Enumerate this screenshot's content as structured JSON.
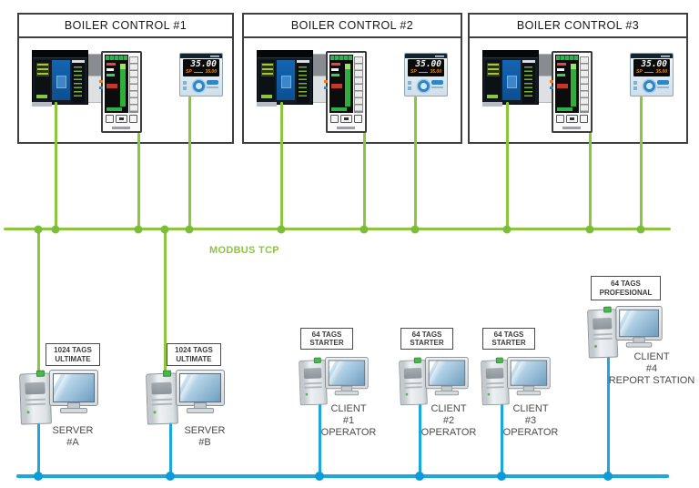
{
  "diagram": {
    "modbus_label": "MODBUS TCP",
    "colors": {
      "ethernet_green": "#8CC63F",
      "station_blue": "#1BA7E1"
    }
  },
  "boiler_boxes": [
    {
      "title": "BOILER CONTROL #1"
    },
    {
      "title": "BOILER CONTROL #2"
    },
    {
      "title": "BOILER CONTROL #3"
    }
  ],
  "instrument": {
    "pv": "35.00",
    "sp_label": "SP",
    "sp": "35.00"
  },
  "stations": [
    {
      "tag_line1": "1024 TAGS",
      "tag_line2": "ULTIMATE",
      "caption": [
        "SERVER",
        "#A"
      ]
    },
    {
      "tag_line1": "1024 TAGS",
      "tag_line2": "ULTIMATE",
      "caption": [
        "SERVER",
        "#B"
      ]
    },
    {
      "tag_line1": "64 TAGS",
      "tag_line2": "STARTER",
      "caption": [
        "CLIENT",
        "#1",
        "OPERATOR"
      ]
    },
    {
      "tag_line1": "64 TAGS",
      "tag_line2": "STARTER",
      "caption": [
        "CLIENT",
        "#2",
        "OPERATOR"
      ]
    },
    {
      "tag_line1": "64 TAGS",
      "tag_line2": "STARTER",
      "caption": [
        "CLIENT",
        "#3",
        "OPERATOR"
      ]
    },
    {
      "tag_line1": "64 TAGS",
      "tag_line2": "PROFESIONAL",
      "caption": [
        "CLIENT",
        "#4",
        "REPORT STATION"
      ]
    }
  ]
}
